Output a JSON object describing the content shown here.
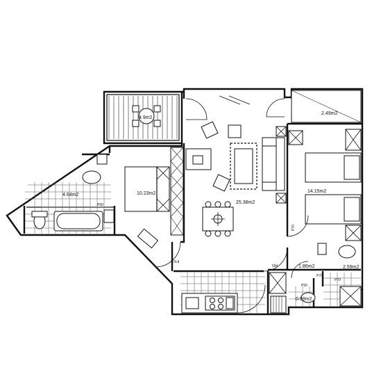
{
  "rooms": {
    "balcony_area": "4.9m2",
    "bedroom_area": "10.23m2",
    "bathroom_area": "4.64m2",
    "living_area": "25.38m2",
    "storage_area": "2.49m2",
    "bedroom2_area": "14.15m2",
    "hall_area": "1.86m2",
    "shower_area": "2.59m2",
    "wc_area": "0.99m2"
  },
  "marks": {
    "bath_p": "P50",
    "hall_p": "P50",
    "door_left": "5Ld",
    "door_center": "69d",
    "door_right": "P70",
    "side_p": "P70",
    "shower_p": "P70"
  }
}
